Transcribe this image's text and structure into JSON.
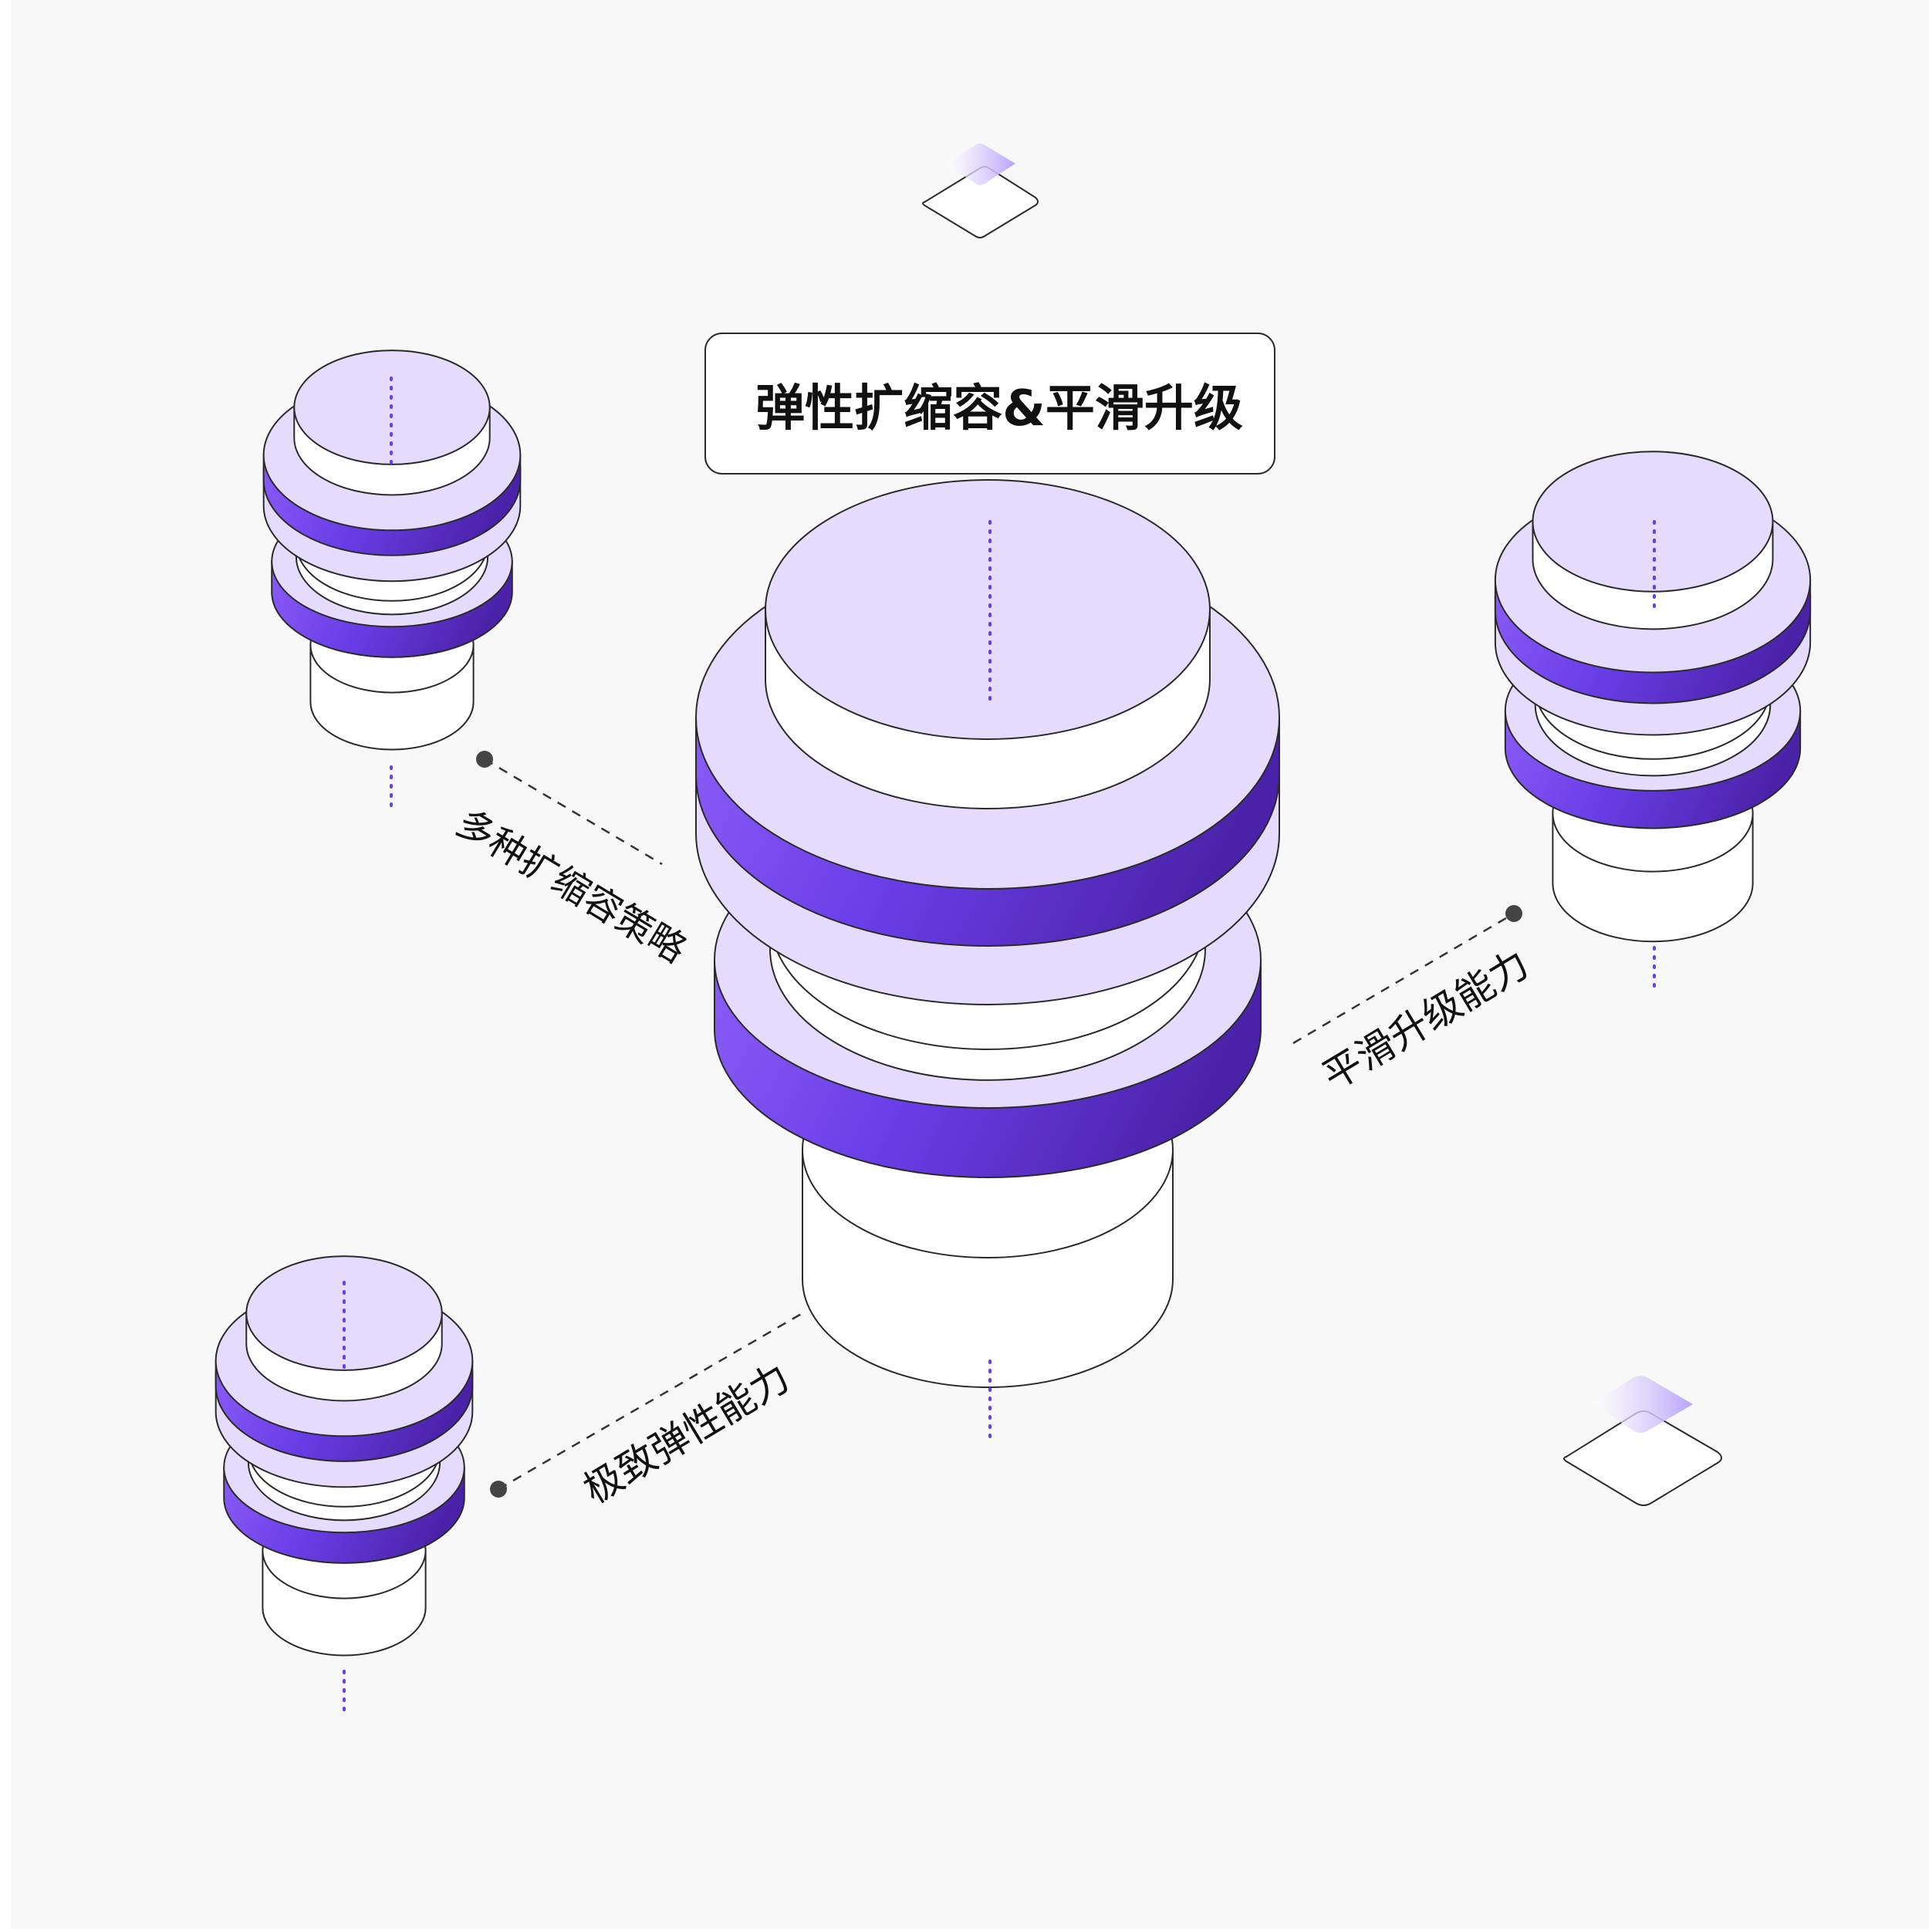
{
  "title": "弹性扩缩容&平滑升级",
  "labels": {
    "strategies": "多种扩缩容策略",
    "smooth_upgrade": "平滑升级能力",
    "elasticity": "极致弹性能力"
  },
  "colors": {
    "background": "#f8f8f8",
    "lavender": "#e4dbfd",
    "purple_light": "#8a5cf6",
    "purple_mid": "#6a3ee8",
    "purple_dark": "#4a22a8",
    "outline": "#2a2a2a",
    "dot": "#6a3ee8"
  }
}
